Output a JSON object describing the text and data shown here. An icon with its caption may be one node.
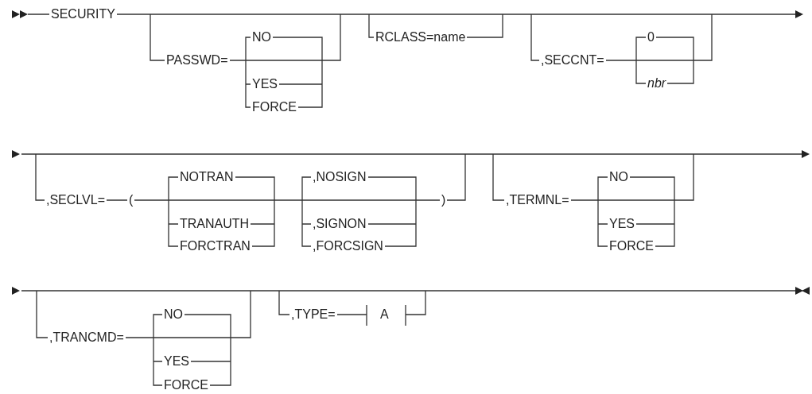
{
  "diagram": {
    "labels": [
      "SECURITY",
      "PASSWD=",
      "NO",
      "YES",
      "FORCE",
      "RCLASS=name",
      ",SECCNT=",
      "0",
      "nbr",
      ",SECLVL=",
      "(",
      "NOTRAN",
      "TRANAUTH",
      "FORCTRAN",
      ",NOSIGN",
      ",SIGNON",
      ",FORCSIGN",
      ")",
      ",TERMNL=",
      "NO",
      "YES",
      "FORCE",
      ",TRANCMD=",
      "NO",
      "YES",
      "FORCE",
      ",TYPE=",
      "A"
    ]
  }
}
